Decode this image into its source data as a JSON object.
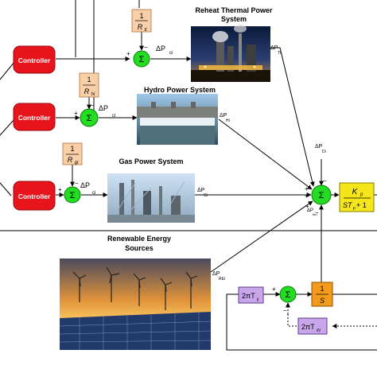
{
  "controllers": [
    "Controller",
    "Controller",
    "Controller"
  ],
  "sum_symbol": "Σ",
  "gains": {
    "r_thermal": {
      "num": "1",
      "den": "R",
      "sub": "ti"
    },
    "r_hydro": {
      "num": "1",
      "den": "R",
      "sub": "hi"
    },
    "r_gas": {
      "num": "1",
      "den": "R",
      "sub": "gi"
    }
  },
  "signals": {
    "dpc_thermal": {
      "main": "ΔP",
      "sub": "ci"
    },
    "dpc_hydro": {
      "main": "ΔP",
      "sub": "ci"
    },
    "dpc_gas": {
      "main": "ΔP",
      "sub": "ci"
    },
    "dp_thermal": {
      "main": "ΔP",
      "sub": "Ti"
    },
    "dp_hydro": {
      "main": "ΔP",
      "sub": "Hi"
    },
    "dp_gas": {
      "main": "ΔP",
      "sub": "Gi"
    },
    "dp_re": {
      "main": "ΔP",
      "sub": "REi"
    },
    "dp_disturbance": {
      "main": "ΔP",
      "sub": "Di"
    },
    "dp_tie": {
      "main": "ΔP",
      "sub": "tie,i"
    }
  },
  "plant_titles": {
    "thermal": [
      "Reheat Thermal Power",
      "System"
    ],
    "hydro": [
      "Hydro Power System"
    ],
    "gas": [
      "Gas Power System"
    ],
    "renewable": [
      "Renewable Energy",
      "Sources"
    ]
  },
  "plant_block": {
    "num": "K",
    "num_sub": "p",
    "den_pre": "ST",
    "den_sub": "p",
    "den_post": " + 1"
  },
  "tie_block": {
    "pre": "2πT",
    "sub": "ij"
  },
  "tie_block_2": {
    "pre": "2πT",
    "sub": "iN"
  },
  "integrator": {
    "num": "1",
    "den": "S"
  },
  "signs": {
    "plus": "+",
    "minus": "−"
  },
  "colors": {
    "controller_fill": "#e8141b",
    "sum_fill": "#22dd22",
    "gain_fill": "#f9cfa8",
    "plant_fill": "#f5e61c",
    "integrator_fill": "#f39a1c",
    "tie_fill": "#c9a6ea"
  }
}
